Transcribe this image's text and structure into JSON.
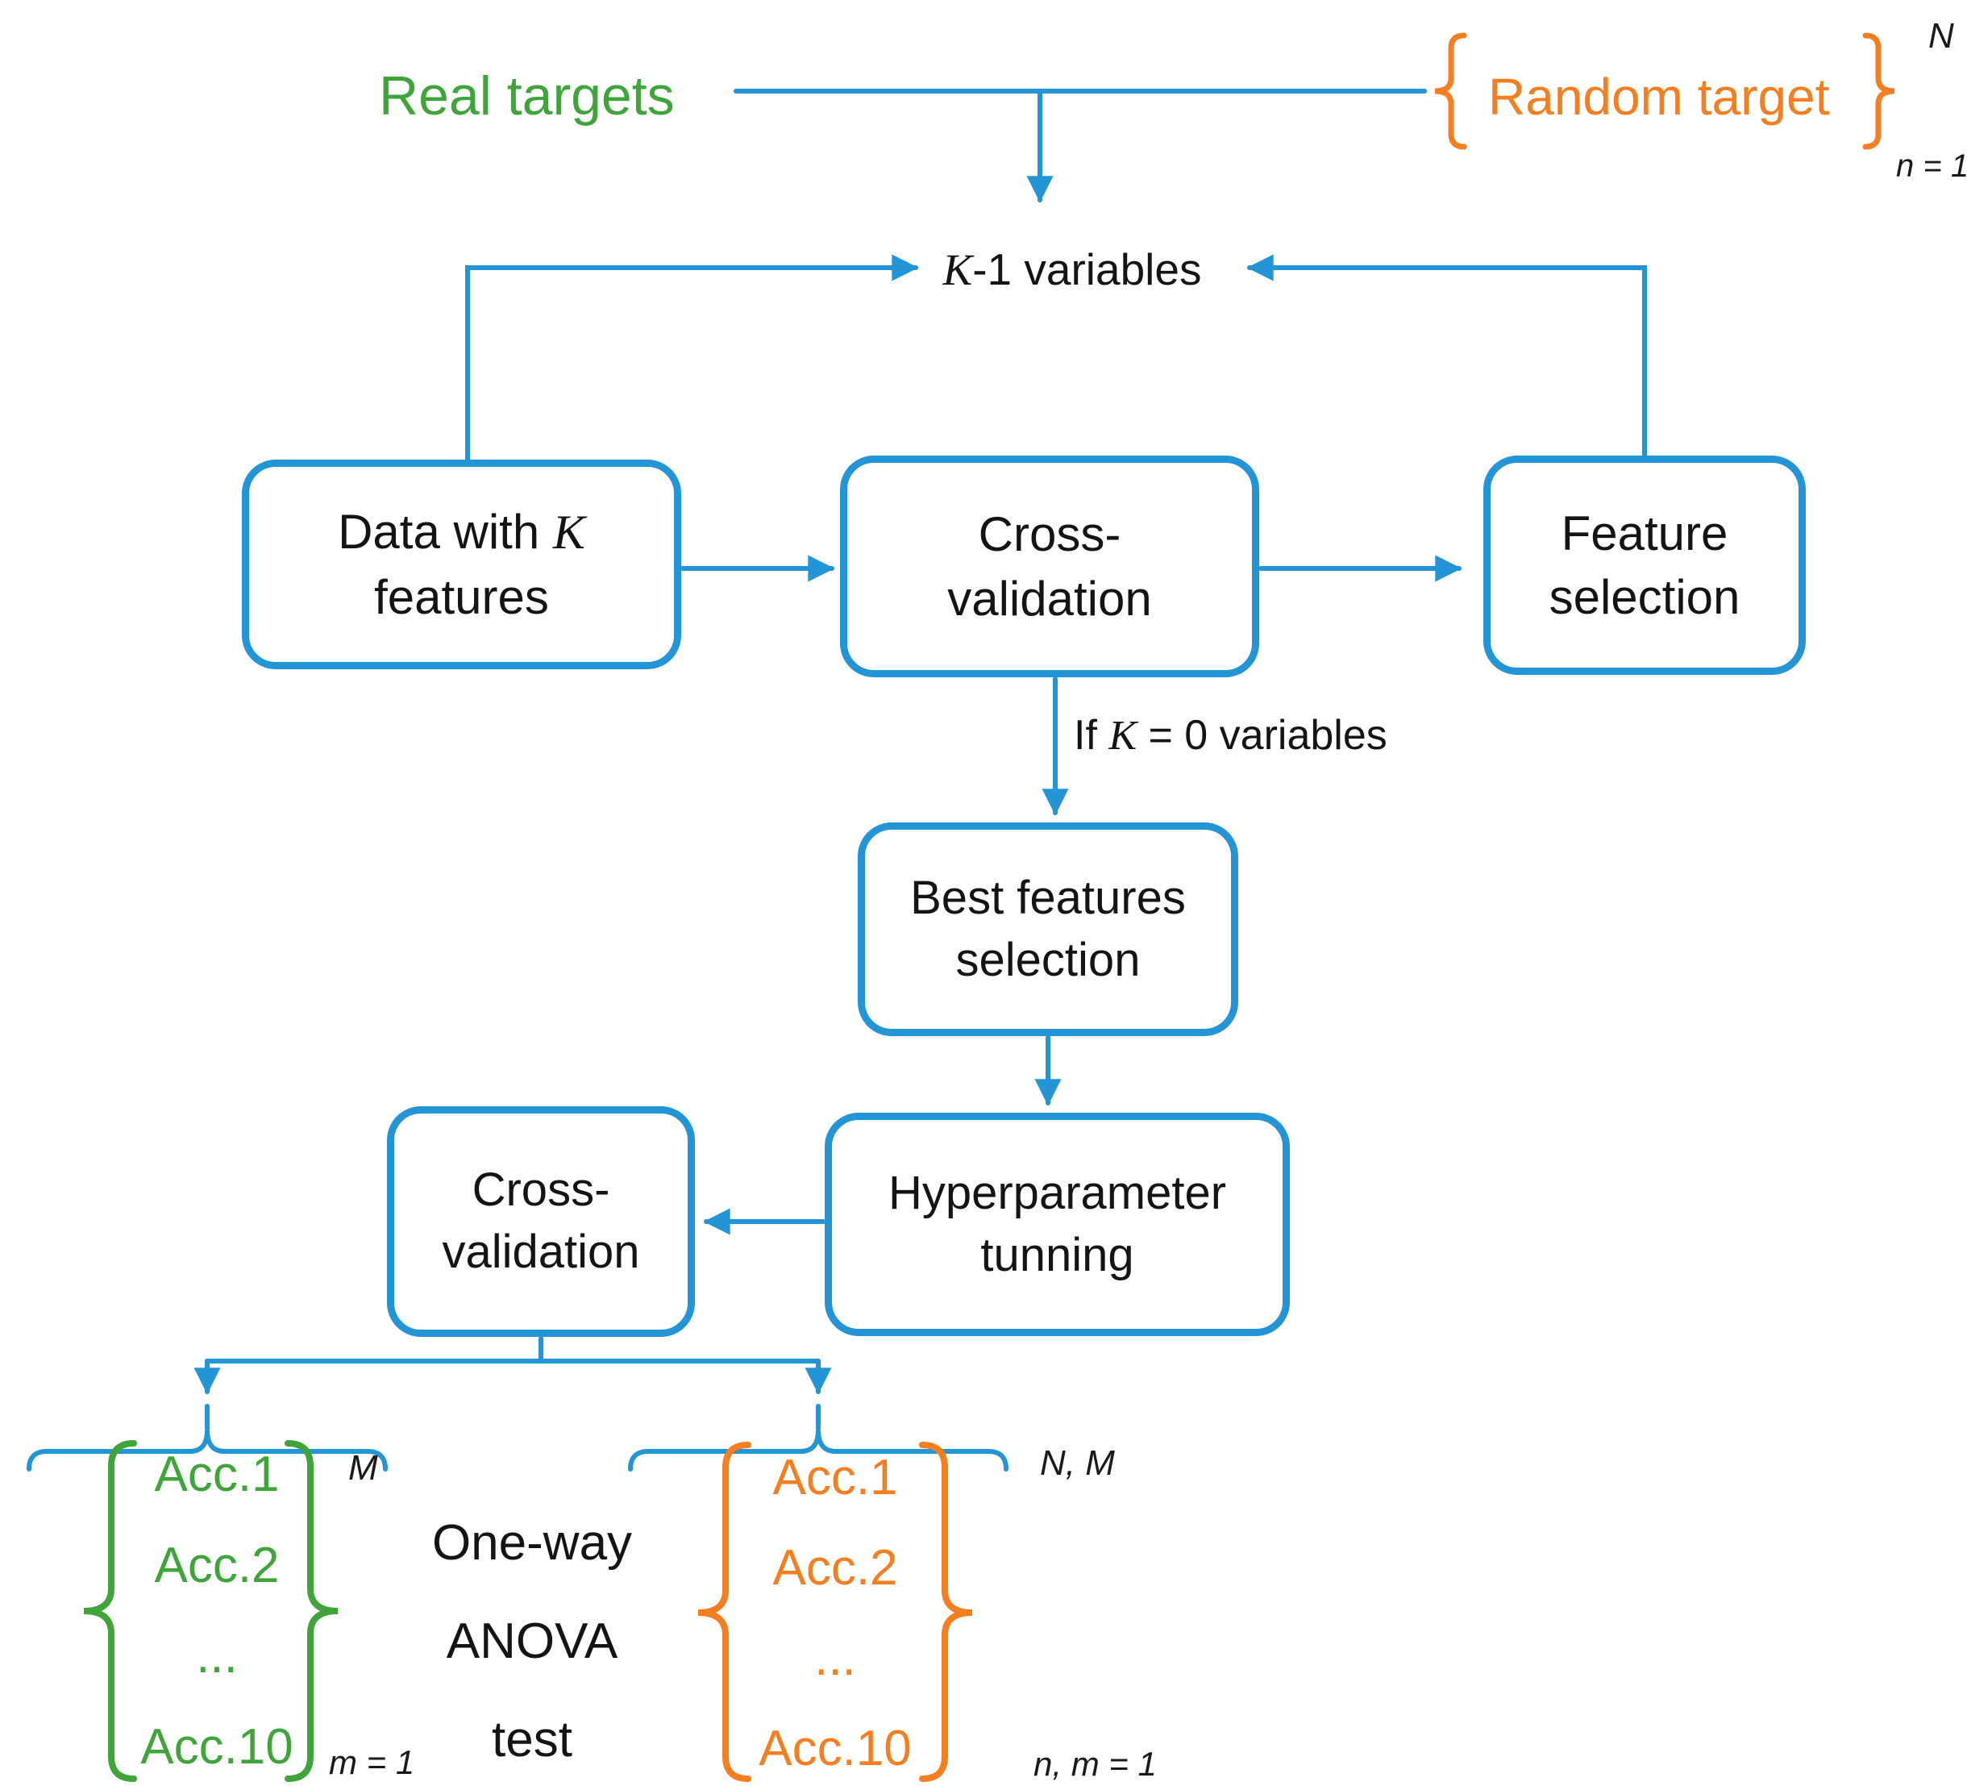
{
  "colors": {
    "connector_blue": "#2395d6",
    "real_green": "#3fa53a",
    "random_orange": "#f57e20",
    "text_black": "#141414"
  },
  "top": {
    "real_targets": "Real targets",
    "random_target": "Random target",
    "random_sup": "N",
    "random_sub": "n = 1"
  },
  "k_variables": {
    "k": "K",
    "rest": "-1 variables"
  },
  "condition": {
    "pre": "If ",
    "k": "K",
    "post": " = 0 variables"
  },
  "boxes": {
    "data": {
      "pre": "Data with ",
      "k": "K",
      "line2": "features"
    },
    "cv1": {
      "line1": "Cross-",
      "line2": "validation"
    },
    "feature": {
      "line1": "Feature",
      "line2": "selection"
    },
    "best": {
      "line1": "Best features",
      "line2": "selection"
    },
    "hyper": {
      "line1": "Hyperparameter",
      "line2": "tunning"
    },
    "cv2": {
      "line1": "Cross-",
      "line2": "validation"
    }
  },
  "anova": {
    "line1": "One-way",
    "line2": "ANOVA",
    "line3": "test"
  },
  "green_set": {
    "items": [
      "Acc.1",
      "Acc.2",
      "...",
      "Acc.10"
    ],
    "sup": "M",
    "sub": "m = 1"
  },
  "orange_set": {
    "items": [
      "Acc.1",
      "Acc.2",
      "...",
      "Acc.10"
    ],
    "sup": "N, M",
    "sub": "n, m = 1"
  },
  "icons": {
    "opening_brace": "{",
    "closing_brace": "}"
  }
}
